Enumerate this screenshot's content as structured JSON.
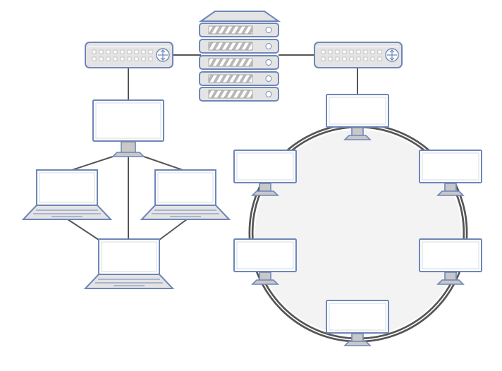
{
  "diagram": {
    "kind": "network-topology",
    "colors": {
      "device_fill": "#e4e4e4",
      "device_outline": "#6f86b8",
      "screen_fill": "#ffffff",
      "link": "#555555",
      "ring": "#555555",
      "ring_inner": "#f3f3f3"
    },
    "nodes": [
      {
        "id": "server",
        "type": "server",
        "icon": "server-rack-icon",
        "units": 5
      },
      {
        "id": "router-left",
        "type": "router",
        "icon": "router-icon"
      },
      {
        "id": "router-right",
        "type": "router",
        "icon": "router-icon"
      },
      {
        "id": "star-hub-monitor",
        "type": "monitor",
        "icon": "monitor-icon"
      },
      {
        "id": "laptop-left",
        "type": "laptop",
        "icon": "laptop-icon"
      },
      {
        "id": "laptop-right",
        "type": "laptop",
        "icon": "laptop-icon"
      },
      {
        "id": "laptop-bottom",
        "type": "laptop",
        "icon": "laptop-icon"
      },
      {
        "id": "ring-monitor-top",
        "type": "monitor",
        "icon": "monitor-icon"
      },
      {
        "id": "ring-monitor-upper-left",
        "type": "monitor",
        "icon": "monitor-icon"
      },
      {
        "id": "ring-monitor-upper-right",
        "type": "monitor",
        "icon": "monitor-icon"
      },
      {
        "id": "ring-monitor-lower-left",
        "type": "monitor",
        "icon": "monitor-icon"
      },
      {
        "id": "ring-monitor-lower-right",
        "type": "monitor",
        "icon": "monitor-icon"
      },
      {
        "id": "ring-monitor-bottom",
        "type": "monitor",
        "icon": "monitor-icon"
      }
    ],
    "links": [
      {
        "from": "router-left",
        "to": "server"
      },
      {
        "from": "server",
        "to": "router-right"
      },
      {
        "from": "router-left",
        "to": "star-hub-monitor"
      },
      {
        "from": "star-hub-monitor",
        "to": "laptop-left"
      },
      {
        "from": "star-hub-monitor",
        "to": "laptop-right"
      },
      {
        "from": "star-hub-monitor",
        "to": "laptop-bottom"
      },
      {
        "from": "laptop-left",
        "to": "laptop-bottom"
      },
      {
        "from": "laptop-right",
        "to": "laptop-bottom"
      },
      {
        "from": "router-right",
        "to": "ring-monitor-top"
      }
    ],
    "topologies": [
      "star",
      "ring"
    ]
  }
}
